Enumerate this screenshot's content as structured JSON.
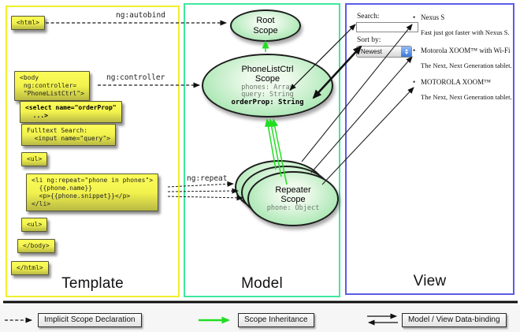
{
  "colors": {
    "template_border": "#efef2e",
    "model_border": "#3fe89e",
    "view_border": "#5c5ce6",
    "scope_fill": "#9ce2a8",
    "code_box_fill": "#f2f24e",
    "inheritance_green": "#22dd22",
    "arrow_black": "#111111"
  },
  "panels": {
    "template": {
      "label": "Template"
    },
    "model": {
      "label": "Model"
    },
    "view": {
      "label": "View"
    }
  },
  "template": {
    "directives": {
      "autobind": "ng:autobind",
      "controller": "ng:controller",
      "repeat": "ng:repeat"
    },
    "boxes": {
      "html_open": "<html>",
      "body_open": "<body\n ng:controller=\n \"PhoneListCtrl\">",
      "select": "<select name=\"orderProp\"\n  ...>",
      "fulltext": "Fulltext Search:\n  <input name=\"query\">",
      "ul_open": "<ul>",
      "li_repeat": "<li ng:repeat=\"phone in phones\">\n  {{phone.name}}\n  <p>{{phone.snippet}}</p>\n</li>",
      "ul_close": "<ul>",
      "body_close": "</body>",
      "html_close": "</html>"
    }
  },
  "model": {
    "root_scope": {
      "title": "Root\nScope"
    },
    "phonelist_scope": {
      "title": "PhoneListCtrl\nScope",
      "props": [
        "phones: Array",
        "query: String",
        "orderProp: String"
      ]
    },
    "repeater_scope": {
      "title": "Repeater\nScope",
      "prop": "phone: Object"
    }
  },
  "view": {
    "search_label": "Search:",
    "search_value": "",
    "sort_label": "Sort by:",
    "sort_value": "Newest",
    "items": [
      {
        "title": "Nexus S",
        "desc": "Fast just got faster with Nexus S."
      },
      {
        "title": "Motorola XOOM™ with Wi-Fi",
        "desc": "The Next, Next Generation tablet."
      },
      {
        "title": "MOTOROLA XOOM™",
        "desc": "The Next, Next Generation tablet."
      }
    ]
  },
  "legend": {
    "implicit": "Implicit Scope Declaration",
    "inheritance": "Scope Inheritance",
    "binding": "Model / View Data-binding"
  }
}
